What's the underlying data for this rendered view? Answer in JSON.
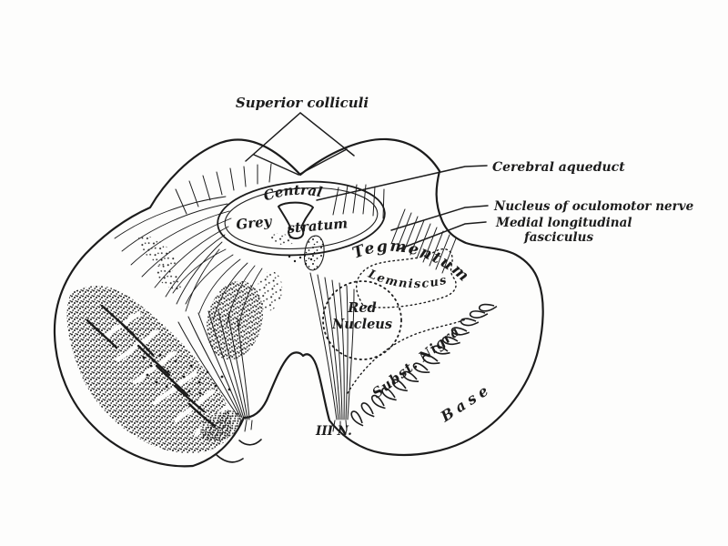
{
  "figure": {
    "background_color": "#fdfdfc",
    "ink_color": "#1c1c1c",
    "labels": {
      "superior_colliculi": "Superior colliculi",
      "cerebral_aqueduct": "Cerebral aqueduct",
      "oculomotor_nucleus": "Nucleus of oculomotor nerve",
      "mlf_line1": "Medial longitudinal",
      "mlf_line2": "fasciculus",
      "central": "Central",
      "grey": "Grey",
      "stratum": "stratum",
      "tegmentum": "Tegmentum",
      "lemniscus": "Lemniscus",
      "red": "Red",
      "nucleus": "Nucleus",
      "substantia_nigra": "Subst. Nigra",
      "base": "Base",
      "third_nerve": "III N."
    }
  }
}
